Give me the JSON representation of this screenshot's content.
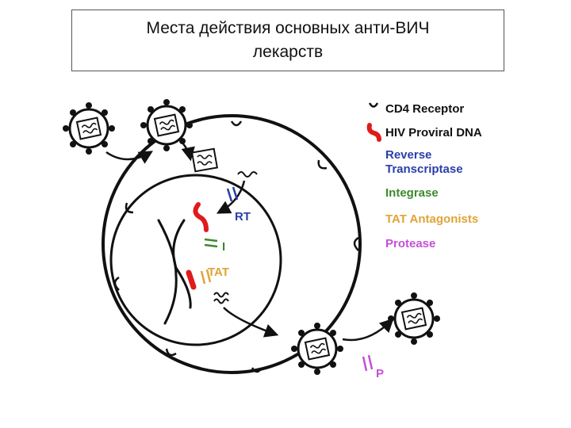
{
  "title": {
    "line1": "Места действия основных анти-ВИЧ",
    "line2": "лекарств"
  },
  "legend": [
    {
      "key": "cd4",
      "label": "CD4 Receptor",
      "color": "#111111",
      "icon": "cd4-receptor-icon"
    },
    {
      "key": "dna",
      "label": "HIV Proviral DNA",
      "color": "#111111",
      "icon": "proviral-dna-icon"
    },
    {
      "key": "rt1",
      "label": "Reverse",
      "color": "#2a3ea8"
    },
    {
      "key": "rt2",
      "label": "Transcriptase",
      "color": "#2a3ea8"
    },
    {
      "key": "int",
      "label": "Integrase",
      "color": "#3c8a2c"
    },
    {
      "key": "tat",
      "label": "TAT Antagonists",
      "color": "#e0a437"
    },
    {
      "key": "pro",
      "label": "Protease",
      "color": "#c44fd8"
    }
  ],
  "site_labels": {
    "rt": "RT",
    "integrase": "I",
    "tat": "TAT",
    "protease": "P"
  },
  "colors": {
    "rt": "#2a3ea8",
    "integrase": "#3c8a2c",
    "tat": "#e0a437",
    "protease": "#c44fd8",
    "dna": "#e01b1b",
    "ink": "#111111"
  }
}
